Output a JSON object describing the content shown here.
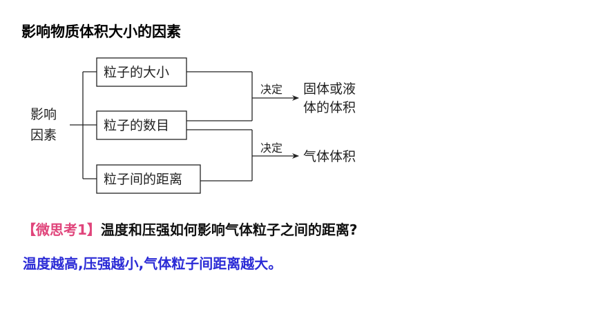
{
  "title": "影响物质体积大小的因素",
  "diagram": {
    "root": [
      "影响",
      "因素"
    ],
    "factors": [
      "粒子的大小",
      "粒子的数目",
      "粒子间的距离"
    ],
    "decide_label": "决定",
    "results": {
      "solid_liquid": [
        "固体或液",
        "体的体积"
      ],
      "gas": "气体体积"
    }
  },
  "question": {
    "tag": "【微思考1】",
    "text": "温度和压强如何影响气体粒子之间的距离?"
  },
  "answer": "温度越高,压强越小,气体粒子间距离越大。",
  "colors": {
    "question_tag": "#e0457b",
    "answer": "#2b2bd6"
  }
}
